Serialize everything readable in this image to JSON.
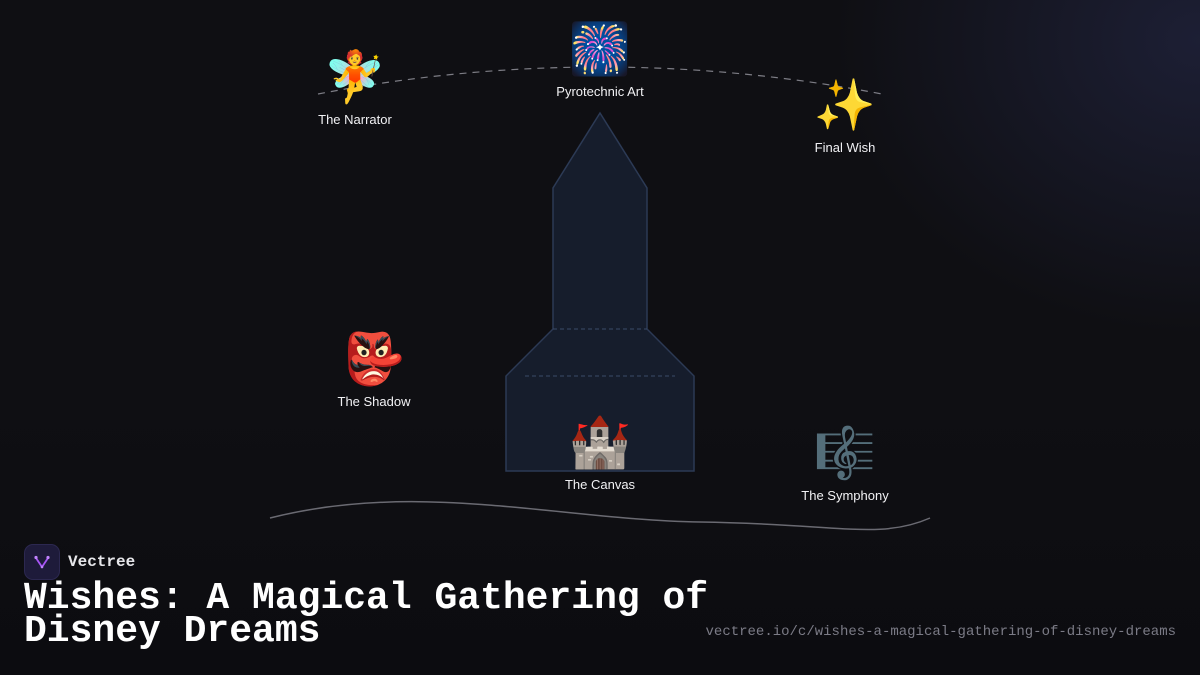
{
  "brand": {
    "name": "Vectree",
    "logo_icon": "vectree-logo-icon"
  },
  "title": "Wishes: A Magical Gathering of Disney Dreams",
  "url": "vectree.io/c/wishes-a-magical-gathering-of-disney-dreams",
  "nodes": {
    "narrator": {
      "label": "The Narrator",
      "icon": "🧚",
      "icon_name": "fairy-icon"
    },
    "pyrotechnic": {
      "label": "Pyrotechnic Art",
      "icon": "🎆",
      "icon_name": "fireworks-icon"
    },
    "final_wish": {
      "label": "Final Wish",
      "icon": "✨",
      "icon_name": "sparkles-icon"
    },
    "shadow": {
      "label": "The Shadow",
      "icon": "👺",
      "icon_name": "goblin-mask-icon"
    },
    "canvas": {
      "label": "The Canvas",
      "icon": "🏰",
      "icon_name": "castle-icon"
    },
    "symphony": {
      "label": "The Symphony",
      "icon": "🎼",
      "icon_name": "musical-score-icon"
    }
  },
  "colors": {
    "background": "#0f0f13",
    "tower_fill": "#161d2c",
    "tower_stroke": "#2c3a55",
    "arc_stroke": "#8a8a92",
    "brand_accent": "#a855f7"
  }
}
